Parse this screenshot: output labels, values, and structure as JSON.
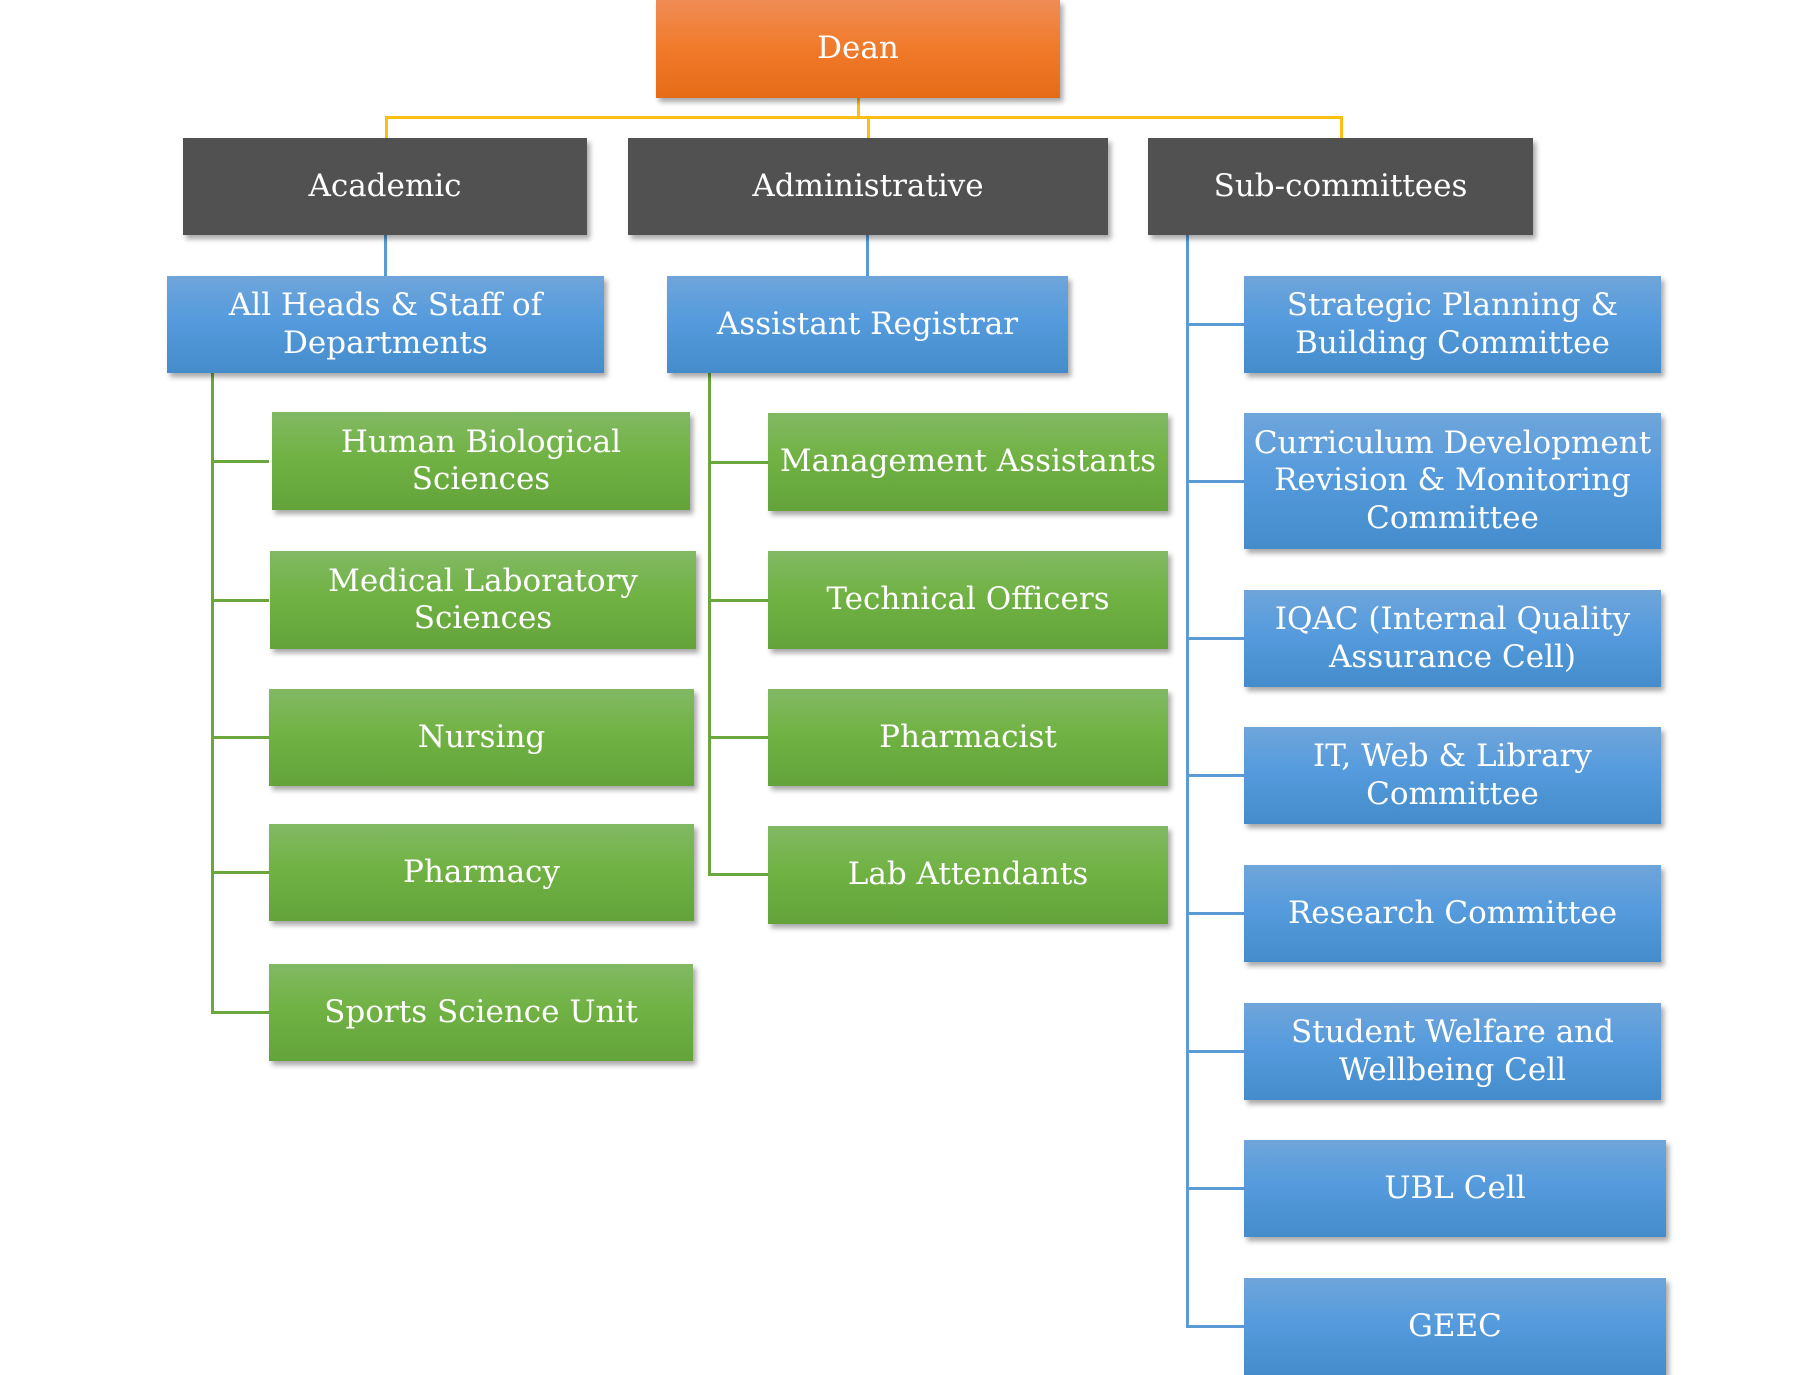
{
  "root": {
    "label": "Dean"
  },
  "branches": [
    {
      "label": "Academic",
      "head": "All Heads & Staff of\nDepartments",
      "children": [
        "Human Biological Sciences",
        "Medical Laboratory\nSciences",
        "Nursing",
        "Pharmacy",
        "Sports Science Unit"
      ]
    },
    {
      "label": "Administrative",
      "head": "Assistant Registrar",
      "children": [
        "Management Assistants",
        "Technical Officers",
        "Pharmacist",
        "Lab Attendants"
      ]
    },
    {
      "label": "Sub-committees",
      "children": [
        "Strategic Planning &\nBuilding Committee",
        "Curriculum Development\nRevision & Monitoring\nCommittee",
        "IQAC (Internal Quality\nAssurance Cell)",
        "IT, Web & Library\nCommittee",
        "Research Committee",
        "Student Welfare and\nWellbeing Cell",
        "UBL Cell",
        "GEEC"
      ]
    }
  ],
  "colors": {
    "root": "#f07a2a",
    "branch": "#515151",
    "head": "#559bdd",
    "academic_admin_child": "#71b244",
    "subcommittee_child": "#559bdd",
    "root_connector": "#fbbe12"
  }
}
